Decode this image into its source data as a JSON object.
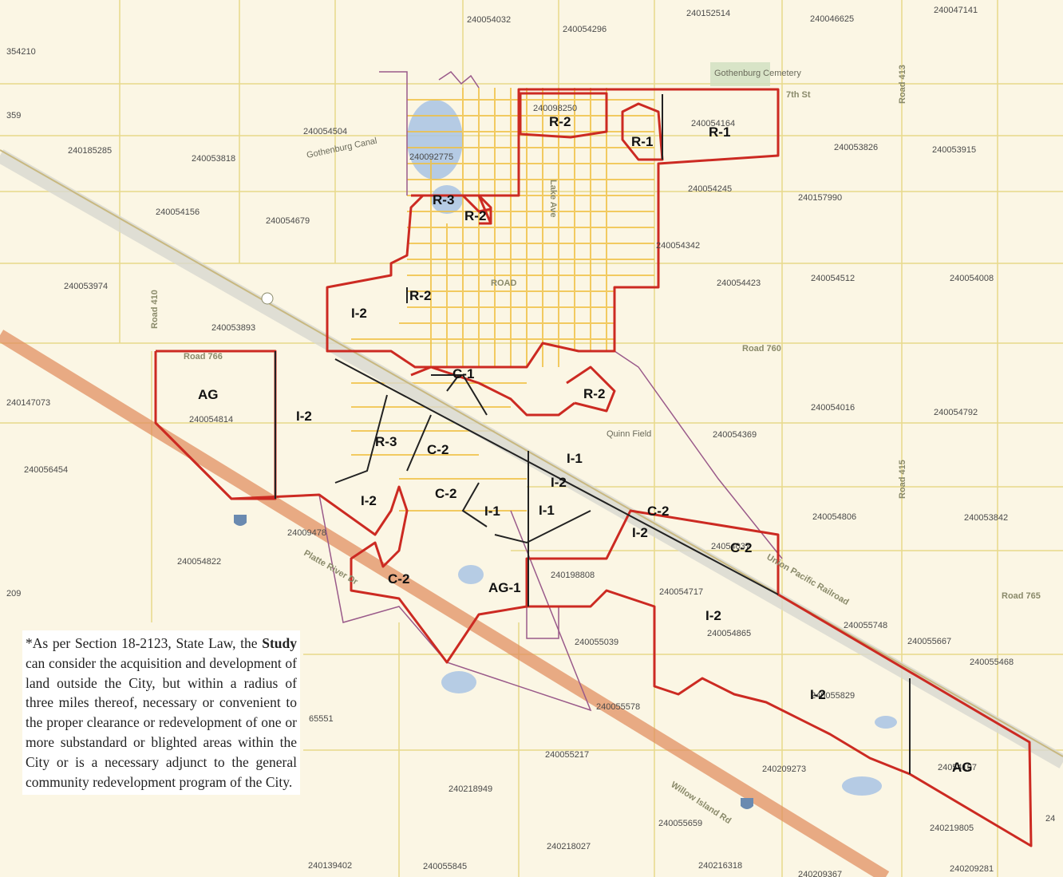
{
  "colors": {
    "background": "#fbf6e4",
    "parcel_grid": "#e8d98a",
    "city_streets": "#f0c040",
    "zoning_boundary": "#cc2a22",
    "inner_boundary": "#222222",
    "interstate": "#e08a5a",
    "water": "#a9c4e4",
    "city_limits": "#9a5a8a"
  },
  "zones": [
    {
      "label": "R-2"
    },
    {
      "label": "R-1"
    },
    {
      "label": "R-1"
    },
    {
      "label": "R-3"
    },
    {
      "label": "R-2"
    },
    {
      "label": "R-2"
    },
    {
      "label": "I-2"
    },
    {
      "label": "C-1"
    },
    {
      "label": "R-2"
    },
    {
      "label": "AG"
    },
    {
      "label": "I-2"
    },
    {
      "label": "R-3"
    },
    {
      "label": "C-2"
    },
    {
      "label": "I-1"
    },
    {
      "label": "I-2"
    },
    {
      "label": "I-2"
    },
    {
      "label": "C-2"
    },
    {
      "label": "I-1"
    },
    {
      "label": "I-1"
    },
    {
      "label": "C-2"
    },
    {
      "label": "I-2"
    },
    {
      "label": "C-2"
    },
    {
      "label": "C-2"
    },
    {
      "label": "AG-1"
    },
    {
      "label": "I-2"
    },
    {
      "label": "I-2"
    },
    {
      "label": "AG"
    }
  ],
  "parcels": [
    {
      "id": "354210"
    },
    {
      "id": "359"
    },
    {
      "id": "240054032"
    },
    {
      "id": "240054296"
    },
    {
      "id": "240152514"
    },
    {
      "id": "240046625"
    },
    {
      "id": "240047141"
    },
    {
      "id": "240185285"
    },
    {
      "id": "240053818"
    },
    {
      "id": "240054504"
    },
    {
      "id": "240092775"
    },
    {
      "id": "240098250"
    },
    {
      "id": "240054164"
    },
    {
      "id": "240053826"
    },
    {
      "id": "240053915"
    },
    {
      "id": "240054156"
    },
    {
      "id": "240054679"
    },
    {
      "id": "240054245"
    },
    {
      "id": "240157990"
    },
    {
      "id": "240054342"
    },
    {
      "id": "240053974"
    },
    {
      "id": "240054423"
    },
    {
      "id": "240054512"
    },
    {
      "id": "240054008"
    },
    {
      "id": "240053893"
    },
    {
      "id": "240147073"
    },
    {
      "id": "240054814"
    },
    {
      "id": "240054016"
    },
    {
      "id": "240054792"
    },
    {
      "id": "240054369"
    },
    {
      "id": "240056454"
    },
    {
      "id": "240054806"
    },
    {
      "id": "240053842"
    },
    {
      "id": "240054822"
    },
    {
      "id": "24009478"
    },
    {
      "id": "240198808"
    },
    {
      "id": "24054037"
    },
    {
      "id": "209"
    },
    {
      "id": "240054717"
    },
    {
      "id": "240055748"
    },
    {
      "id": "240055039"
    },
    {
      "id": "240054865"
    },
    {
      "id": "240055667"
    },
    {
      "id": "240055468"
    },
    {
      "id": "240055829"
    },
    {
      "id": "240055578"
    },
    {
      "id": "65551"
    },
    {
      "id": "240055217"
    },
    {
      "id": "240209273"
    },
    {
      "id": "24054197"
    },
    {
      "id": "240218949"
    },
    {
      "id": "240055659"
    },
    {
      "id": "240219805"
    },
    {
      "id": "240218027"
    },
    {
      "id": "24"
    },
    {
      "id": "240139402"
    },
    {
      "id": "240055845"
    },
    {
      "id": "240216318"
    },
    {
      "id": "240209281"
    },
    {
      "id": "240209367"
    }
  ],
  "places": [
    {
      "name": "Gothenburg Cemetery"
    },
    {
      "name": "Quinn Field"
    },
    {
      "name": "ROAD"
    },
    {
      "name": "Gothenburg Canal"
    },
    {
      "name": "7th St"
    },
    {
      "name": "Road 760"
    },
    {
      "name": "Road 765"
    },
    {
      "name": "Road 410"
    },
    {
      "name": "Road 413"
    },
    {
      "name": "Road 415"
    },
    {
      "name": "Road 766"
    },
    {
      "name": "Willow Island Rd"
    },
    {
      "name": "Platte River Dr"
    },
    {
      "name": "Lake Ave"
    },
    {
      "name": "Union Pacific Railroad"
    }
  ],
  "note": {
    "prefix": "*As per Section 18-2123, State Law, the ",
    "bold": "Study",
    "suffix": " can consider the acquisition and development of land outside the City, but within a radius of three miles thereof, necessary or convenient to the proper clearance or redevelopment of one or more substandard or blighted areas within the City or is a necessary adjunct to the general community redevelopment program of the City."
  }
}
